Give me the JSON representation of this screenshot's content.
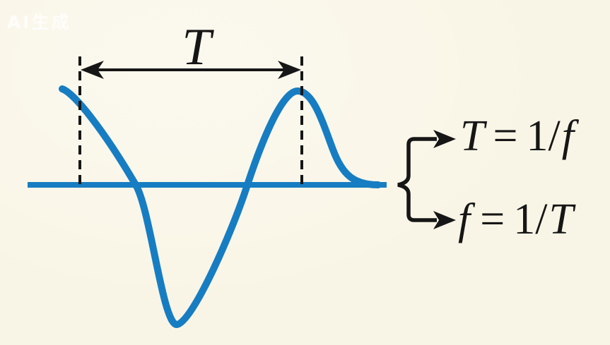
{
  "watermark": {
    "text": "AI生成"
  },
  "colors": {
    "background": "#f9f5e6",
    "wave": "#177dc2",
    "ink": "#161616"
  },
  "period_annotation": {
    "label": "T"
  },
  "formulas": {
    "top": {
      "lhs": "T",
      "eq": "=",
      "num": "1/",
      "rhs": "f"
    },
    "bottom": {
      "lhs": "f",
      "eq": "=",
      "num": "1/",
      "rhs": "T"
    }
  }
}
